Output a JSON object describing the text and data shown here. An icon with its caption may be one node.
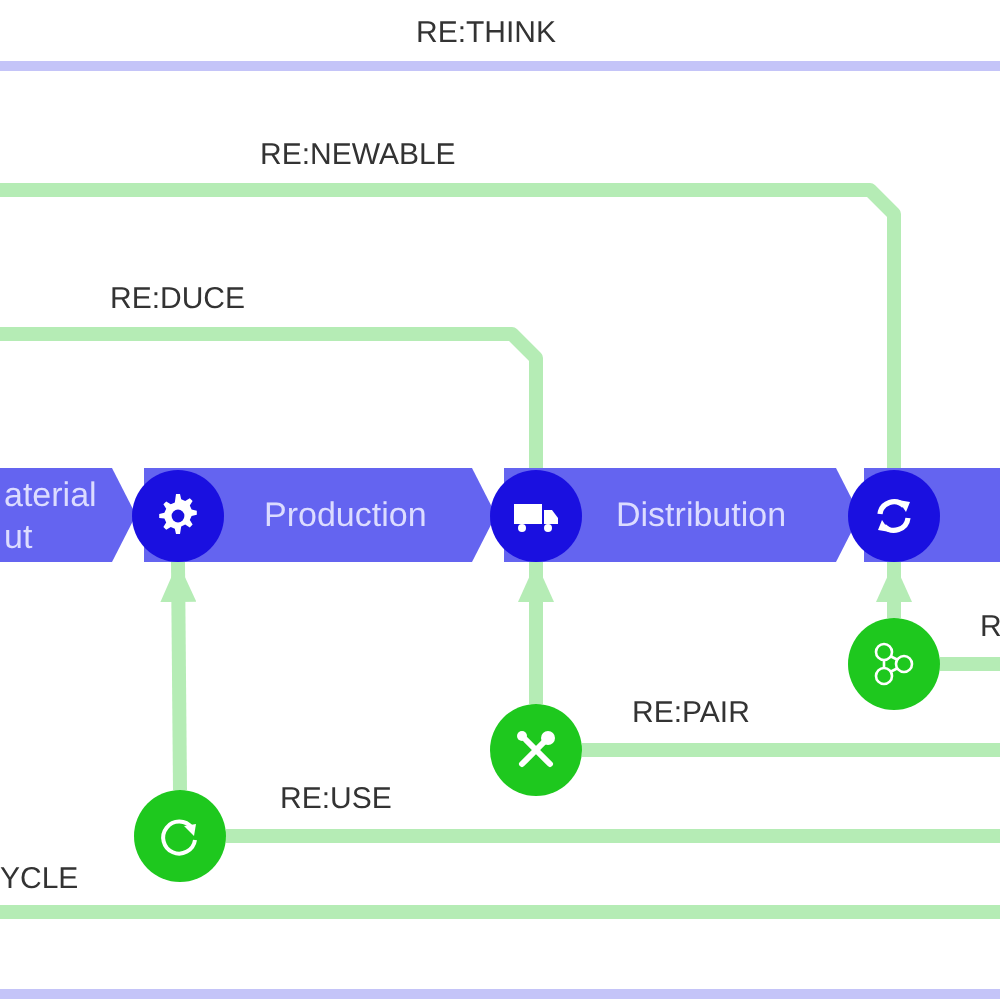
{
  "diagram": {
    "nodes": [
      {
        "text": [
          "aterial ut"
        ]
      },
      {
        "text": [
          "Production"
        ]
      },
      {
        "text": [
          "Distribution"
        ]
      },
      {
        "text": [],
        "shape": "bar"
      },
      {
        "text": [],
        "shape": "circle"
      },
      {
        "text": [],
        "shape": "circle"
      },
      {
        "text": [],
        "shape": "circle"
      },
      {
        "text": [],
        "shape": "circle"
      },
      {
        "text": [],
        "shape": "circle"
      },
      {
        "text": [],
        "shape": "circle"
      }
    ],
    "edges": [
      {
        "from": 7,
        "to": 4,
        "arrow": "to"
      },
      {
        "from": 8,
        "to": 5,
        "arrow": "to"
      },
      {
        "from": 9,
        "to": 6,
        "arrow": "to"
      },
      {
        "from": 7,
        "to": null,
        "arrow": "none",
        "label": "RE:USE"
      },
      {
        "from": 8,
        "to": null,
        "arrow": "none",
        "label": "RE:PAIR"
      },
      {
        "from": 9,
        "to": null,
        "arrow": "none",
        "label": "R"
      },
      {
        "from": null,
        "to": 5,
        "arrow": "none",
        "label": "RE:DUCE"
      },
      {
        "from": null,
        "to": 6,
        "arrow": "none",
        "label": "RE:NEWABLE"
      }
    ],
    "labels": [
      "RE:THINK",
      "YCLE"
    ]
  }
}
